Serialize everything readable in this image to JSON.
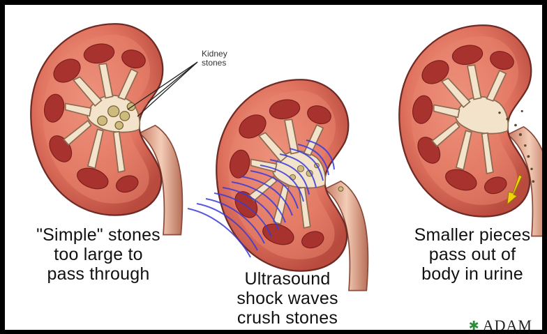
{
  "panels": [
    {
      "caption": "\"Simple\" stones\ntoo large to\npass through"
    },
    {
      "caption": "Ultrasound\nshock waves\ncrush stones"
    },
    {
      "caption": "Smaller pieces\npass out of\nbody in urine"
    }
  ],
  "annotation": {
    "kidney_stones_label": "Kidney\nstones"
  },
  "brand": {
    "name": "ADAM",
    "mark": "✱"
  },
  "colors": {
    "cortex": "#d9685a",
    "cortex_light": "#f29a86",
    "medulla": "#b83c36",
    "pelvis": "#f1ddc4",
    "stone": "#c9b57a",
    "shockwave": "#3a3ad8",
    "arrow": "#f2d20a"
  }
}
